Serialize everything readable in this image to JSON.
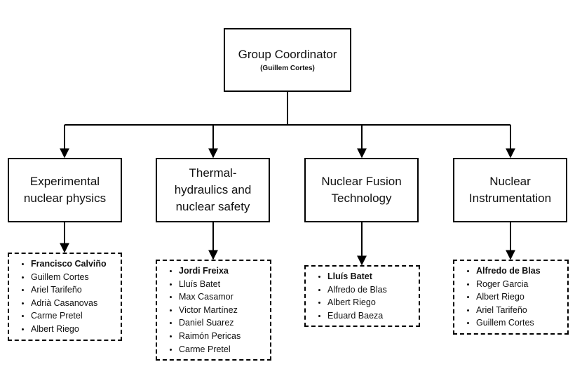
{
  "coordinator": {
    "title": "Group Coordinator",
    "name": "(Guillem Cortes)"
  },
  "groups": [
    {
      "title_lines": [
        "Experimental",
        "nuclear physics"
      ],
      "members": [
        "Francisco Calviño",
        "Guillem Cortes",
        "Ariel Tarifeño",
        "Adrià Casanovas",
        "Carme Pretel",
        "Albert Riego"
      ]
    },
    {
      "title_lines": [
        "Thermal-",
        "hydraulics and",
        "nuclear safety"
      ],
      "members": [
        "Jordi Freixa",
        "Lluís Batet",
        "Max Casamor",
        "Victor Martínez",
        "Daniel Suarez",
        "Raimón Pericas",
        "Carme Pretel"
      ]
    },
    {
      "title_lines": [
        "Nuclear Fusion",
        "Technology"
      ],
      "members": [
        "Lluís Batet",
        "Alfredo de Blas",
        "Albert Riego",
        "Eduard Baeza"
      ]
    },
    {
      "title_lines": [
        "Nuclear",
        "Instrumentation"
      ],
      "members": [
        "Alfredo de Blas",
        "Roger Garcia",
        "Albert Riego",
        "Ariel Tarifeño",
        "Guillem Cortes"
      ]
    }
  ]
}
